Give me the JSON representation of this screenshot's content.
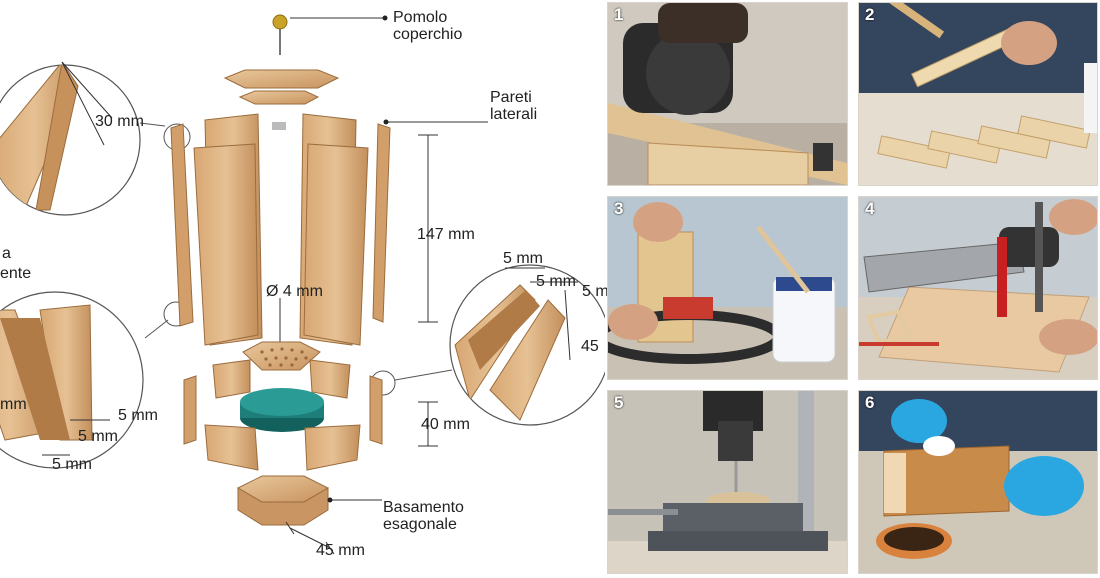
{
  "diagram": {
    "labels": {
      "knob": "Pomolo coperchio",
      "walls": "Pareti laterali",
      "base": "Basamento esagonale",
      "height_147": "147 mm",
      "hole": "Ø 4 mm",
      "height_40": "40 mm",
      "width_45": "45 mm",
      "angle_30": "30 mm",
      "detail_left_partial_1": "a",
      "detail_left_partial_2": "ente",
      "detail_left_partial_3": "mm",
      "detail_left_5a": "5 mm",
      "detail_left_5b": "5 mm",
      "detail_left_5c": "5 mm",
      "detail_right_5a": "5 mm",
      "detail_right_5b": "5 mm",
      "detail_right_5c": "5 m",
      "detail_right_45": "45"
    }
  },
  "photos": [
    {
      "number": "1",
      "subject": "circular-saw"
    },
    {
      "number": "2",
      "subject": "brush-strips"
    },
    {
      "number": "3",
      "subject": "strap-clamp-glue"
    },
    {
      "number": "4",
      "subject": "hand-saw-clamp"
    },
    {
      "number": "5",
      "subject": "drill-press"
    },
    {
      "number": "6",
      "subject": "staining"
    }
  ],
  "colors": {
    "wood_light": "#e2b98a",
    "wood_mid": "#c99563",
    "wood_dark": "#a8733f",
    "sponge": "#1e7f7a",
    "knob": "#c9a227",
    "glove": "#2aa7e0"
  }
}
